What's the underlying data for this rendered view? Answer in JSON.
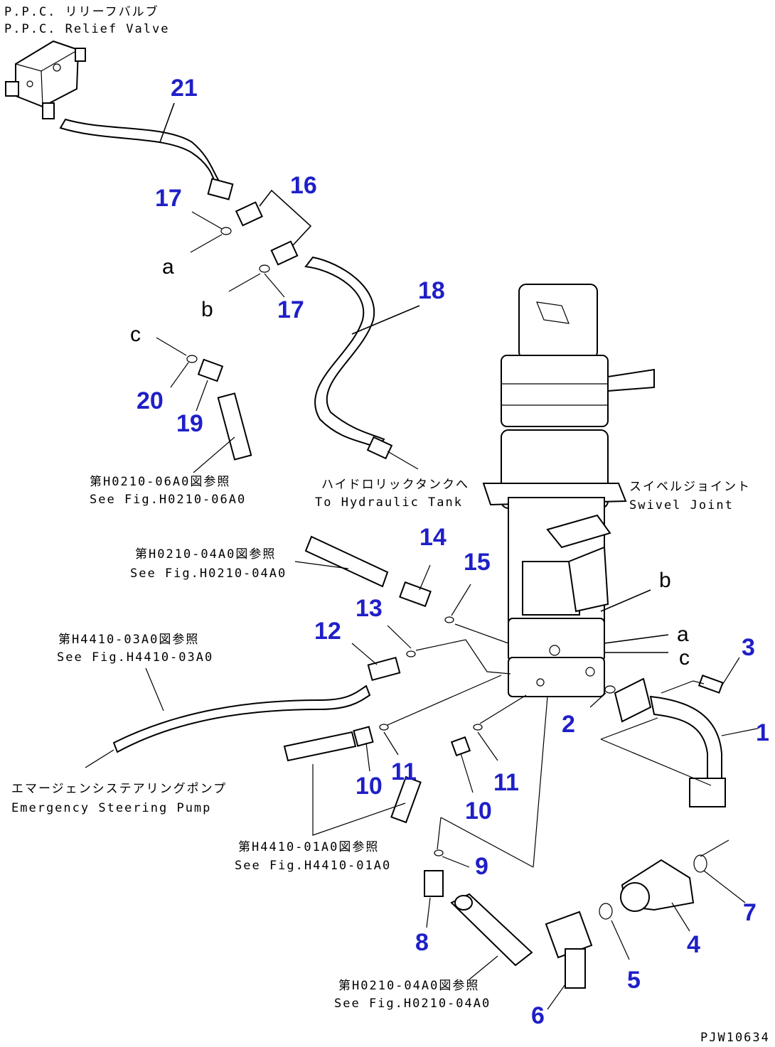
{
  "parts": [
    {
      "num": "21"
    },
    {
      "num": "17"
    },
    {
      "num": "16"
    },
    {
      "num": "17"
    },
    {
      "num": "18"
    },
    {
      "num": "20"
    },
    {
      "num": "19"
    },
    {
      "num": "14"
    },
    {
      "num": "15"
    },
    {
      "num": "13"
    },
    {
      "num": "12"
    },
    {
      "num": "3"
    },
    {
      "num": "2"
    },
    {
      "num": "1"
    },
    {
      "num": "11"
    },
    {
      "num": "10"
    },
    {
      "num": "11"
    },
    {
      "num": "10"
    },
    {
      "num": "9"
    },
    {
      "num": "7"
    },
    {
      "num": "8"
    },
    {
      "num": "4"
    },
    {
      "num": "5"
    },
    {
      "num": "6"
    }
  ],
  "ports": [
    {
      "letter": "a"
    },
    {
      "letter": "b"
    },
    {
      "letter": "c"
    },
    {
      "letter": "b"
    },
    {
      "letter": "a"
    },
    {
      "letter": "c"
    }
  ],
  "notes": {
    "relief_valve_jp": "P.P.C. リリーフバルブ",
    "relief_valve_en": "P.P.C. Relief Valve",
    "see_h0210_06a0_jp": "第H0210-06A0図参照",
    "see_h0210_06a0_en": "See Fig.H0210-06A0",
    "to_tank_jp": "ハイドロリックタンクへ",
    "to_tank_en": "To Hydraulic Tank",
    "swivel_jp": "スイベルジョイント",
    "swivel_en": "Swivel Joint",
    "see_h0210_04a0_jp": "第H0210-04A0図参照",
    "see_h0210_04a0_en": "See Fig.H0210-04A0",
    "see_h4410_03a0_jp": "第H4410-03A0図参照",
    "see_h4410_03a0_en": "See Fig.H4410-03A0",
    "emergency_pump_jp": "エマージェンシステアリングポンプ",
    "emergency_pump_en": "Emergency Steering Pump",
    "see_h4410_01a0_jp": "第H4410-01A0図参照",
    "see_h4410_01a0_en": "See Fig.H4410-01A0",
    "see_h0210_04a0_b_jp": "第H0210-04A0図参照",
    "see_h0210_04a0_b_en": "See Fig.H0210-04A0",
    "drawing_code": "PJW10634"
  }
}
